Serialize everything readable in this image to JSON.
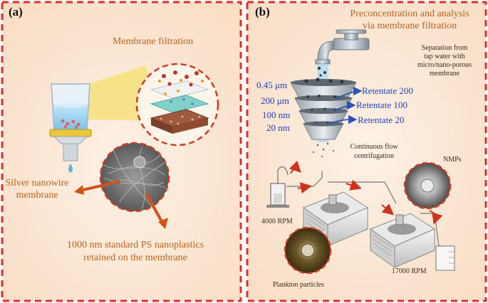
{
  "panel_a": {
    "tag": "(a)",
    "title": "Membrane filtration",
    "membrane_label_line1": "Silver nanowire",
    "membrane_label_line2": "membrane",
    "retained_line1": "1000 nm standard PS nanoplastics",
    "retained_line2": "retained on the membrane"
  },
  "panel_b": {
    "tag": "(b)",
    "title_line1": "Preconcentration and analysis",
    "title_line2": "via membrane filtration",
    "separation_line1": "Separation from",
    "separation_line2": "tap water with",
    "separation_line3": "micro/nano-porous",
    "separation_line4": "membrane",
    "pore_sizes": [
      "0.45 μm",
      "200 μm",
      "100 nm",
      "20 nm"
    ],
    "retentates": [
      "Retentate 200",
      "Retentate 100",
      "Retentate 20"
    ],
    "cfc_line1": "Continuous flow",
    "cfc_line2": "centrifugation",
    "nmps": "NMPs",
    "rpm_low": "4000 RPM",
    "rpm_high": "17000 RPM",
    "plankton": "Plankton particles"
  },
  "colors": {
    "panel_bg": "#fce8d6",
    "border": "#e0302a",
    "label_orange": "#b8641f",
    "label_blue": "#1f3fbf",
    "arrow_orange": "#d0541a"
  }
}
